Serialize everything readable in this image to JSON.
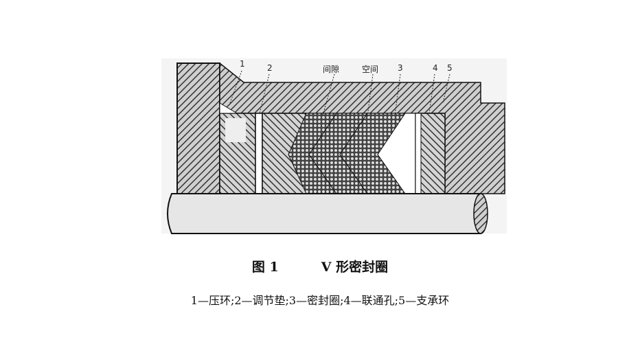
{
  "figure": {
    "labels": {
      "part1": "1",
      "part2": "2",
      "gap": "间隙",
      "space": "空间",
      "part3": "3",
      "part4": "4",
      "part5": "5"
    },
    "caption_number": "图 1",
    "caption_title": "V 形密封圈",
    "legend": "1—压环;2—调节垫;3—密封圈;4—联通孔;5—支承环"
  }
}
